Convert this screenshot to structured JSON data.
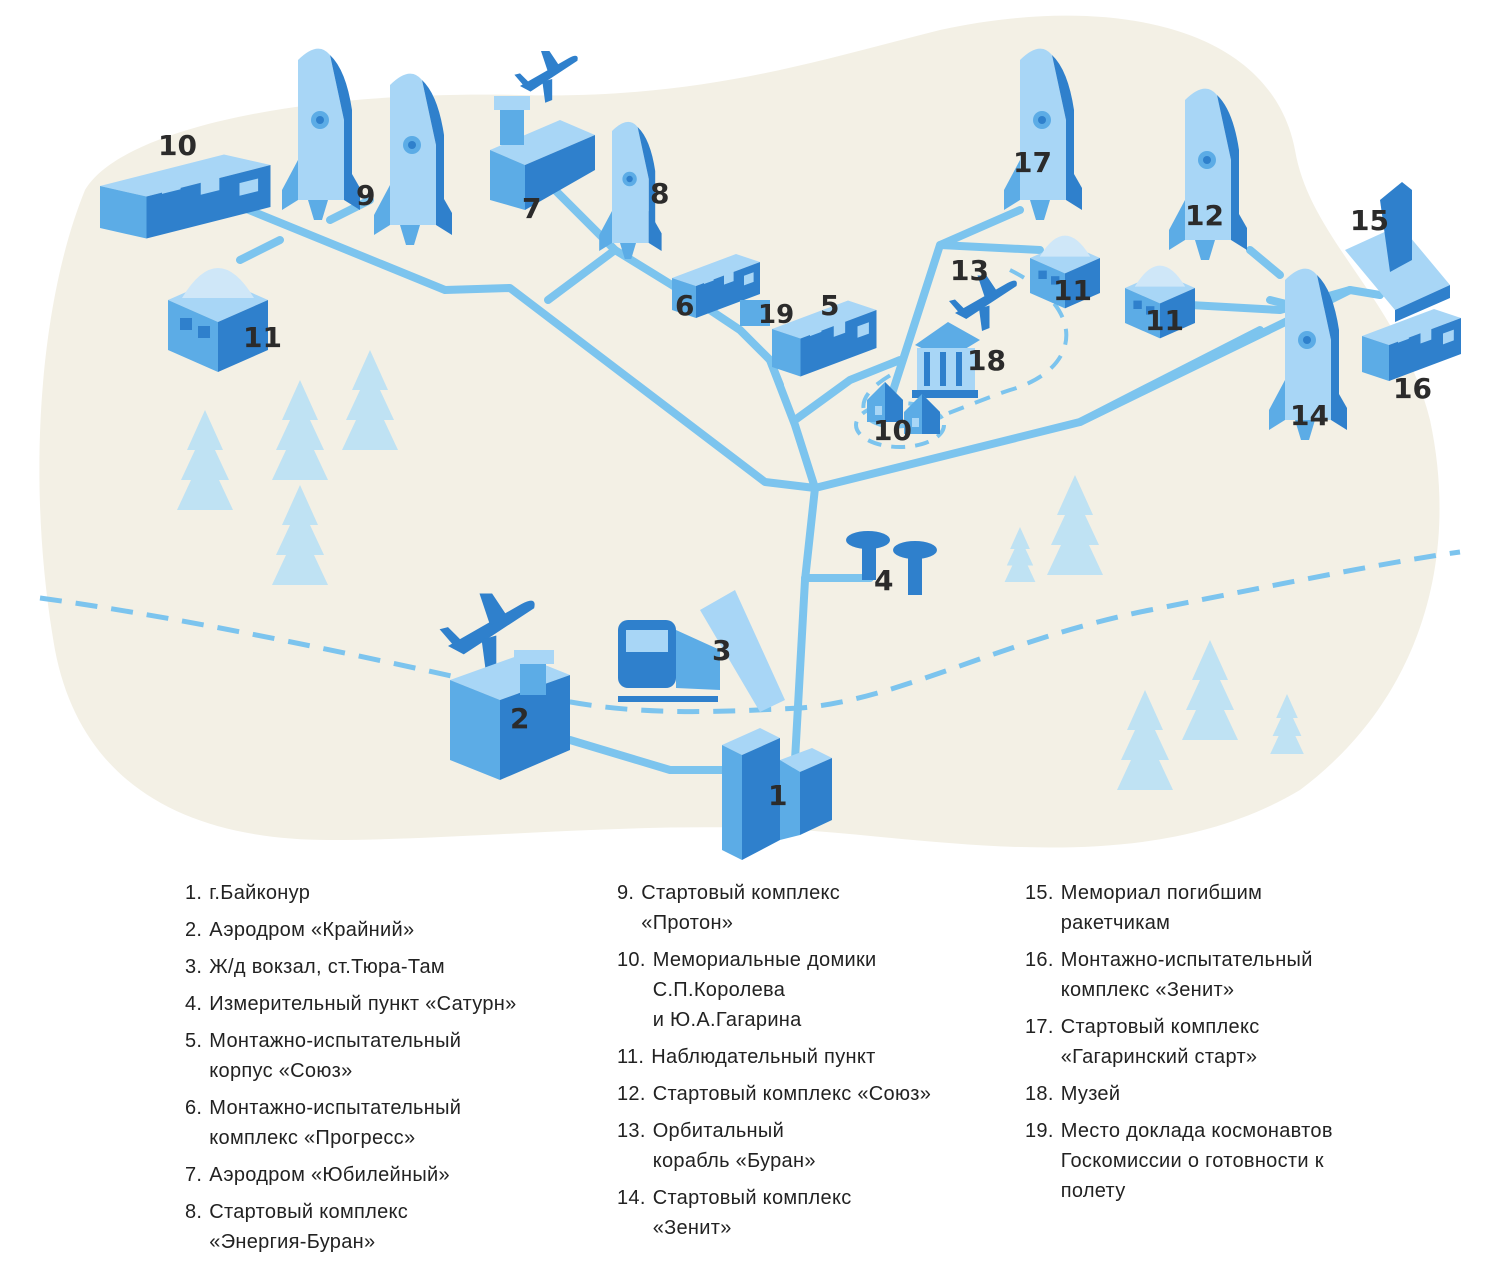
{
  "colors": {
    "background": "#ffffff",
    "land": "#f3f0e5",
    "road": "#7cc4ee",
    "building_light": "#a8d6f6",
    "building_mid": "#5cace6",
    "building_dark": "#2f80cc",
    "tree": "#bfe2f3",
    "text": "#222222"
  },
  "icons": {
    "rocket": "rocket-icon",
    "building": "building-icon",
    "dome": "dome-icon",
    "airplane": "airplane-icon",
    "tree": "tree-icon",
    "train": "train-icon",
    "museum": "museum-icon",
    "house": "house-icon",
    "antenna": "antenna-icon"
  },
  "map_labels": [
    {
      "id": "m1",
      "text": "1"
    },
    {
      "id": "m2",
      "text": "2"
    },
    {
      "id": "m3",
      "text": "3"
    },
    {
      "id": "m4",
      "text": "4"
    },
    {
      "id": "m5",
      "text": "5"
    },
    {
      "id": "m6",
      "text": "6"
    },
    {
      "id": "m7",
      "text": "7"
    },
    {
      "id": "m8",
      "text": "8"
    },
    {
      "id": "m9",
      "text": "9"
    },
    {
      "id": "m10a",
      "text": "10"
    },
    {
      "id": "m10b",
      "text": "10"
    },
    {
      "id": "m11a",
      "text": "11"
    },
    {
      "id": "m11b",
      "text": "11"
    },
    {
      "id": "m11c",
      "text": "11"
    },
    {
      "id": "m12",
      "text": "12"
    },
    {
      "id": "m13",
      "text": "13"
    },
    {
      "id": "m14",
      "text": "14"
    },
    {
      "id": "m15",
      "text": "15"
    },
    {
      "id": "m16",
      "text": "16"
    },
    {
      "id": "m17",
      "text": "17"
    },
    {
      "id": "m18",
      "text": "18"
    },
    {
      "id": "m19",
      "text": "19"
    }
  ],
  "legend": {
    "columns": [
      [
        {
          "num": "1.",
          "lines": [
            "г.Байконур"
          ]
        },
        {
          "num": "2.",
          "lines": [
            "Аэродром «Крайний»"
          ]
        },
        {
          "num": "3.",
          "lines": [
            "Ж/д вокзал, ст.Тюра-Там"
          ]
        },
        {
          "num": "4.",
          "lines": [
            "Измерительный пункт «Сатурн»"
          ]
        },
        {
          "num": "5.",
          "lines": [
            "Монтажно-испытательный",
            "корпус «Союз»"
          ]
        },
        {
          "num": "6.",
          "lines": [
            "Монтажно-испытательный",
            "комплекс «Прогресс»"
          ]
        },
        {
          "num": "7.",
          "lines": [
            "Аэродром «Юбилейный»"
          ]
        },
        {
          "num": "8.",
          "lines": [
            "Стартовый комплекс",
            "«Энергия-Буран»"
          ]
        }
      ],
      [
        {
          "num": "9.",
          "lines": [
            "Стартовый комплекс",
            "«Протон»"
          ]
        },
        {
          "num": "10.",
          "lines": [
            "Мемориальные домики",
            "С.П.Королева",
            "и Ю.А.Гагарина"
          ]
        },
        {
          "num": "11.",
          "lines": [
            "Наблюдательный пункт"
          ]
        },
        {
          "num": "12.",
          "lines": [
            "Стартовый комплекс «Союз»"
          ]
        },
        {
          "num": "13.",
          "lines": [
            "Орбитальный",
            "корабль «Буран»"
          ]
        },
        {
          "num": "14.",
          "lines": [
            "Стартовый комплекс",
            "«Зенит»"
          ]
        }
      ],
      [
        {
          "num": "15.",
          "lines": [
            "Мемориал погибшим",
            "ракетчикам"
          ]
        },
        {
          "num": "16.",
          "lines": [
            "Монтажно-испытательный",
            "комплекс «Зенит»"
          ]
        },
        {
          "num": "17.",
          "lines": [
            "Стартовый комплекс",
            "«Гагаринский старт»"
          ]
        },
        {
          "num": "18.",
          "lines": [
            "Музей"
          ]
        },
        {
          "num": "19.",
          "lines": [
            "Место доклада космонавтов",
            "Госкомиссии о готовности к",
            "полету"
          ]
        }
      ]
    ]
  }
}
